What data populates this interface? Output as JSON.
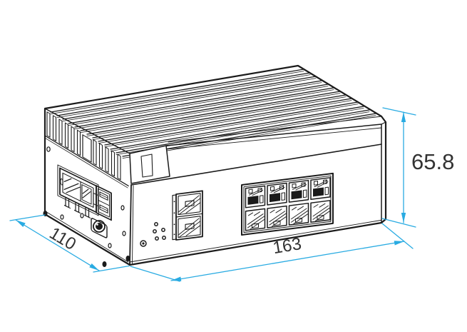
{
  "diagram": {
    "type": "isometric-technical-drawing",
    "subject": "Industrial Ethernet switch with finned heatsink enclosure",
    "dimensions": {
      "length": {
        "label": "163",
        "edge": "front-bottom"
      },
      "depth": {
        "label": "110",
        "edge": "left-bottom"
      },
      "height": {
        "label": "65.8",
        "edge": "right-vertical"
      }
    },
    "features": {
      "rj45_ports": 8,
      "sfp_slots": 2,
      "power_terminal_pins": 3,
      "led_indicators": 5,
      "heatsink_fins_visible": 13
    },
    "colors": {
      "outline": "#1b1b1b",
      "dimension_line": "#29ABE2",
      "dimension_text": "#333333",
      "background": "#ffffff"
    }
  }
}
